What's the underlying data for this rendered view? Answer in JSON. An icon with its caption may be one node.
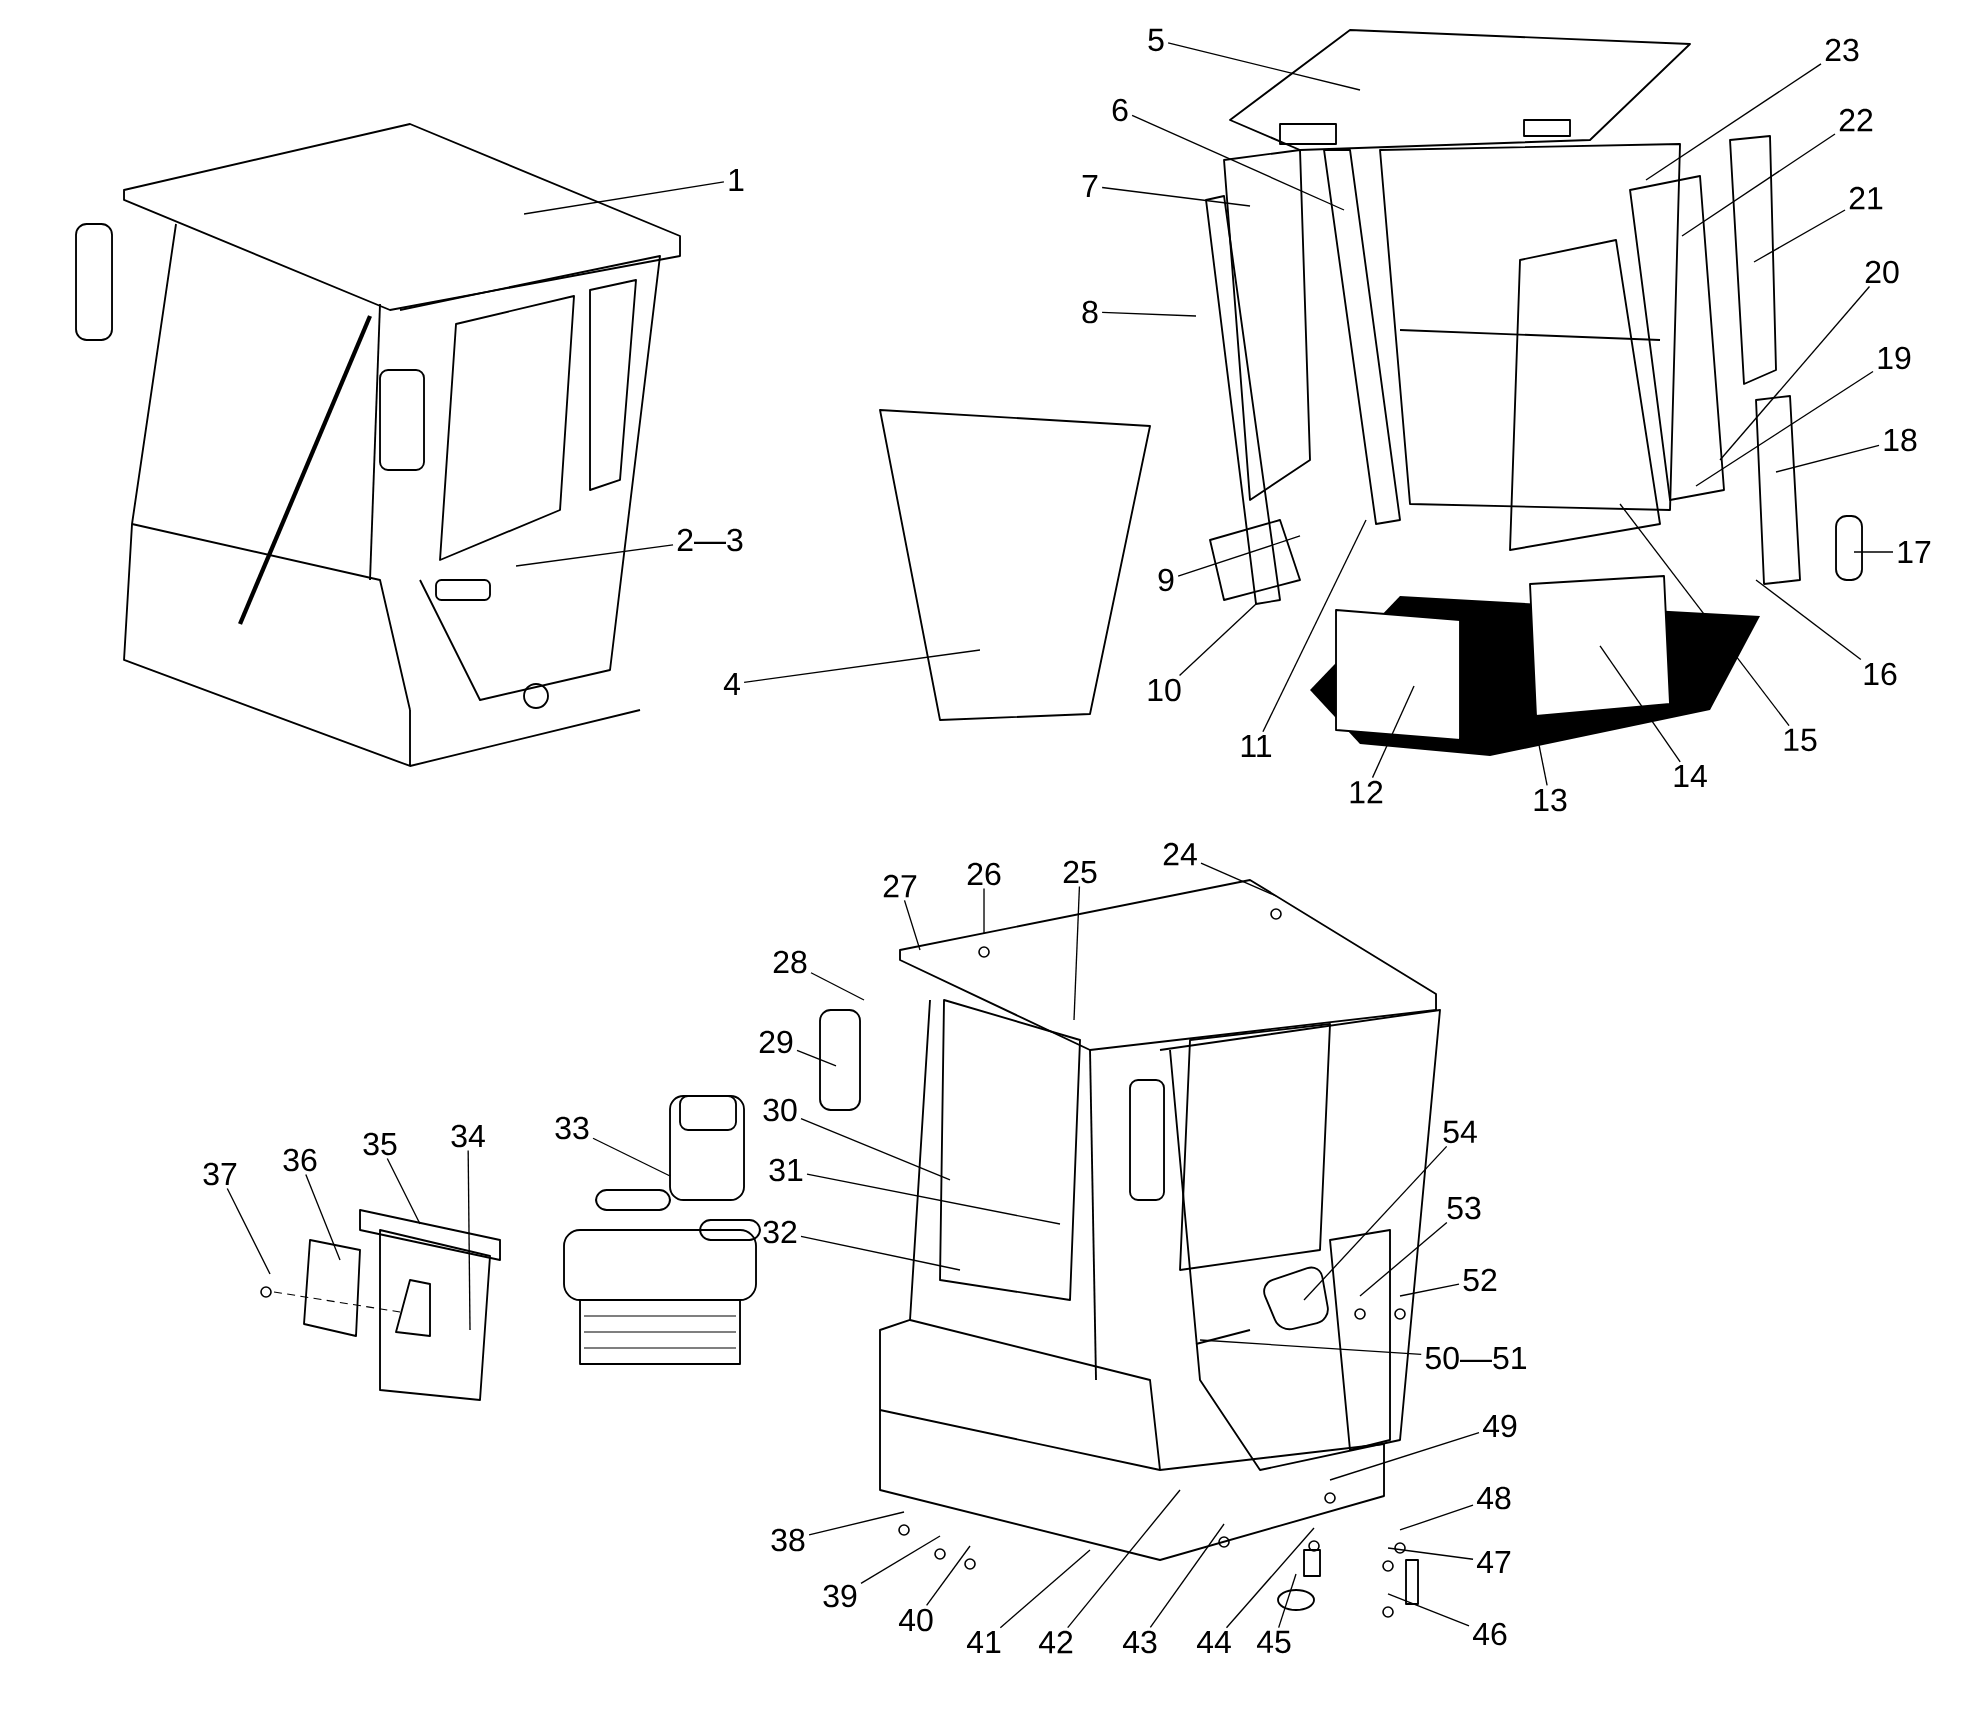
{
  "diagram": {
    "nodes": [
      {
        "text": [
          "1"
        ]
      },
      {
        "text": [
          "2—3"
        ]
      },
      {
        "text": [
          "4"
        ]
      },
      {
        "text": [
          "5"
        ]
      },
      {
        "text": [
          "6"
        ]
      },
      {
        "text": [
          "7"
        ]
      },
      {
        "text": [
          "8"
        ]
      },
      {
        "text": [
          "9"
        ]
      },
      {
        "text": [
          "10"
        ]
      },
      {
        "text": [
          "11"
        ]
      },
      {
        "text": [
          "12"
        ]
      },
      {
        "text": [
          "13"
        ]
      },
      {
        "text": [
          "14"
        ]
      },
      {
        "text": [
          "15"
        ]
      },
      {
        "text": [
          "16"
        ]
      },
      {
        "text": [
          "17"
        ]
      },
      {
        "text": [
          "18"
        ]
      },
      {
        "text": [
          "19"
        ]
      },
      {
        "text": [
          "20"
        ]
      },
      {
        "text": [
          "21"
        ]
      },
      {
        "text": [
          "22"
        ]
      },
      {
        "text": [
          "23"
        ]
      },
      {
        "text": [
          "24"
        ]
      },
      {
        "text": [
          "25"
        ]
      },
      {
        "text": [
          "26"
        ]
      },
      {
        "text": [
          "27"
        ]
      },
      {
        "text": [
          "28"
        ]
      },
      {
        "text": [
          "29"
        ]
      },
      {
        "text": [
          "30"
        ]
      },
      {
        "text": [
          "31"
        ]
      },
      {
        "text": [
          "32"
        ]
      },
      {
        "text": [
          "33"
        ]
      },
      {
        "text": [
          "34"
        ]
      },
      {
        "text": [
          "35"
        ]
      },
      {
        "text": [
          "36"
        ]
      },
      {
        "text": [
          "37"
        ]
      },
      {
        "text": [
          "38"
        ]
      },
      {
        "text": [
          "39"
        ]
      },
      {
        "text": [
          "40"
        ]
      },
      {
        "text": [
          "41"
        ]
      },
      {
        "text": [
          "42"
        ]
      },
      {
        "text": [
          "43"
        ]
      },
      {
        "text": [
          "44"
        ]
      },
      {
        "text": [
          "45"
        ]
      },
      {
        "text": [
          "46"
        ]
      },
      {
        "text": [
          "47"
        ]
      },
      {
        "text": [
          "48"
        ]
      },
      {
        "text": [
          "49"
        ]
      },
      {
        "text": [
          "50—51"
        ]
      },
      {
        "text": [
          "52"
        ]
      },
      {
        "text": [
          "53"
        ]
      },
      {
        "text": [
          "54"
        ]
      }
    ],
    "edges": [
      {
        "from": 0,
        "to": null,
        "arrow": "none"
      },
      {
        "from": 1,
        "to": null,
        "arrow": "none"
      },
      {
        "from": 2,
        "to": null,
        "arrow": "none"
      },
      {
        "from": 3,
        "to": null,
        "arrow": "none"
      },
      {
        "from": 4,
        "to": null,
        "arrow": "none"
      },
      {
        "from": 5,
        "to": null,
        "arrow": "none"
      },
      {
        "from": 6,
        "to": null,
        "arrow": "none"
      },
      {
        "from": 7,
        "to": null,
        "arrow": "none"
      },
      {
        "from": 8,
        "to": null,
        "arrow": "none"
      },
      {
        "from": 9,
        "to": null,
        "arrow": "none"
      },
      {
        "from": 10,
        "to": null,
        "arrow": "none"
      },
      {
        "from": 11,
        "to": null,
        "arrow": "none"
      },
      {
        "from": 12,
        "to": null,
        "arrow": "none"
      },
      {
        "from": 13,
        "to": null,
        "arrow": "none"
      },
      {
        "from": 14,
        "to": null,
        "arrow": "none"
      },
      {
        "from": 15,
        "to": null,
        "arrow": "none"
      },
      {
        "from": 16,
        "to": null,
        "arrow": "none"
      },
      {
        "from": 17,
        "to": null,
        "arrow": "none"
      },
      {
        "from": 18,
        "to": null,
        "arrow": "none"
      },
      {
        "from": 19,
        "to": null,
        "arrow": "none"
      },
      {
        "from": 20,
        "to": null,
        "arrow": "none"
      },
      {
        "from": 21,
        "to": null,
        "arrow": "none"
      },
      {
        "from": 22,
        "to": null,
        "arrow": "none"
      },
      {
        "from": 23,
        "to": null,
        "arrow": "none"
      },
      {
        "from": 24,
        "to": null,
        "arrow": "none"
      },
      {
        "from": 25,
        "to": null,
        "arrow": "none"
      },
      {
        "from": 26,
        "to": null,
        "arrow": "none"
      },
      {
        "from": 27,
        "to": null,
        "arrow": "none"
      },
      {
        "from": 28,
        "to": null,
        "arrow": "none"
      },
      {
        "from": 29,
        "to": null,
        "arrow": "none"
      },
      {
        "from": 30,
        "to": null,
        "arrow": "none"
      },
      {
        "from": 31,
        "to": null,
        "arrow": "none"
      },
      {
        "from": 32,
        "to": null,
        "arrow": "none"
      },
      {
        "from": 33,
        "to": null,
        "arrow": "none"
      },
      {
        "from": 34,
        "to": null,
        "arrow": "none"
      },
      {
        "from": 35,
        "to": null,
        "arrow": "none"
      },
      {
        "from": 36,
        "to": null,
        "arrow": "none"
      },
      {
        "from": 37,
        "to": null,
        "arrow": "none"
      },
      {
        "from": 38,
        "to": null,
        "arrow": "none"
      },
      {
        "from": 39,
        "to": null,
        "arrow": "none"
      },
      {
        "from": 40,
        "to": null,
        "arrow": "none"
      },
      {
        "from": 41,
        "to": null,
        "arrow": "none"
      },
      {
        "from": 42,
        "to": null,
        "arrow": "none"
      },
      {
        "from": 43,
        "to": null,
        "arrow": "none"
      },
      {
        "from": 44,
        "to": null,
        "arrow": "none"
      },
      {
        "from": 45,
        "to": null,
        "arrow": "none"
      },
      {
        "from": 46,
        "to": null,
        "arrow": "none"
      },
      {
        "from": 47,
        "to": null,
        "arrow": "none"
      },
      {
        "from": 48,
        "to": null,
        "arrow": "none"
      },
      {
        "from": 49,
        "to": null,
        "arrow": "none"
      },
      {
        "from": 50,
        "to": null,
        "arrow": "none"
      },
      {
        "from": 51,
        "to": null,
        "arrow": "none"
      }
    ]
  }
}
